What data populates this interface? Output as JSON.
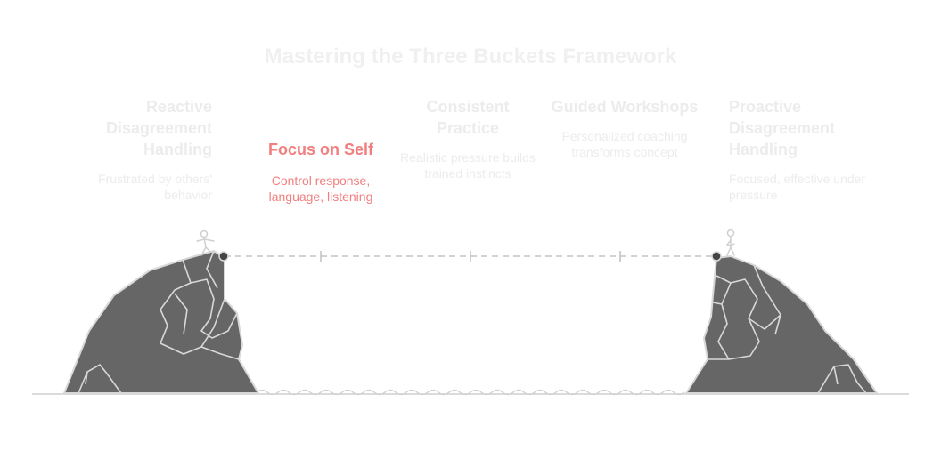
{
  "title": "Mastering the Three Buckets Framework",
  "stages": [
    {
      "heading": "Reactive Disagreement Handling",
      "description": "Frustrated by others' behavior"
    },
    {
      "heading": "Focus on Self",
      "description": "Control response, language, listening"
    },
    {
      "heading": "Consistent Practice",
      "description": "Realistic pressure builds trained instincts"
    },
    {
      "heading": "Guided Workshops",
      "description": "Personalized coaching transforms concept"
    },
    {
      "heading": "Proactive Disagreement Handling",
      "description": "Focused, effective under pressure"
    }
  ],
  "active_stage": 1,
  "colors": {
    "active": "#f27f7f",
    "faded": "#ececec",
    "cliff": "#666666",
    "line": "#c8c8c8"
  },
  "icons": [
    "stick-figure-icon",
    "standing-figure-icon"
  ]
}
